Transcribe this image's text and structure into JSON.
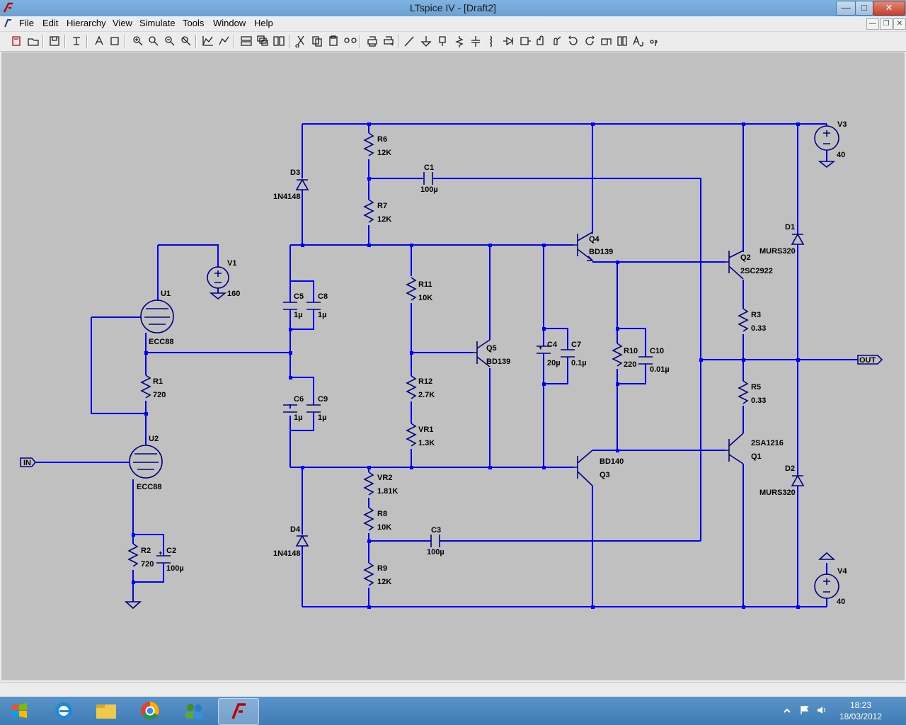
{
  "window": {
    "title": "LTspice IV - [Draft2]",
    "minimize": "—",
    "maximize": "□",
    "close": "✕"
  },
  "menu": [
    "File",
    "Edit",
    "Hierarchy",
    "View",
    "Simulate",
    "Tools",
    "Window",
    "Help"
  ],
  "mdi_controls": {
    "minimize": "—",
    "restore": "❐",
    "close": "✕"
  },
  "toolbar_icons": [
    "new-schematic-icon",
    "open-icon",
    "save-icon",
    "control-panel-icon",
    "run-icon",
    "halt-icon",
    "zoom-in-icon",
    "zoom-pan-icon",
    "zoom-out-icon",
    "zoom-fit-icon",
    "waveform-icon",
    "auto-scale-icon",
    "tile-horizontal-icon",
    "cascade-icon",
    "tile-vertical-icon",
    "cut-icon",
    "copy-icon",
    "paste-icon",
    "find-icon",
    "print-icon",
    "print-preview-icon",
    "wire-icon",
    "ground-icon",
    "label-net-icon",
    "resistor-icon",
    "capacitor-icon",
    "inductor-icon",
    "diode-icon",
    "component-icon",
    "move-icon",
    "drag-icon",
    "undo-icon",
    "redo-icon",
    "rotate-icon",
    "mirror-icon",
    "text-icon",
    "spice-directive-icon"
  ],
  "schematic": {
    "components": [
      {
        "ref": "R6",
        "value": "12K"
      },
      {
        "ref": "R7",
        "value": "12K"
      },
      {
        "ref": "C1",
        "value": "100µ"
      },
      {
        "ref": "D3",
        "value": "1N4148"
      },
      {
        "ref": "Q4",
        "value": "BD139"
      },
      {
        "ref": "V3",
        "value": "40"
      },
      {
        "ref": "D1",
        "value": "MURS320"
      },
      {
        "ref": "Q2",
        "value": "2SC2922"
      },
      {
        "ref": "V1",
        "value": "160"
      },
      {
        "ref": "U1",
        "value": "ECC88"
      },
      {
        "ref": "C5",
        "value": "1µ"
      },
      {
        "ref": "C8",
        "value": "1µ"
      },
      {
        "ref": "R11",
        "value": "10K"
      },
      {
        "ref": "R3",
        "value": "0.33"
      },
      {
        "ref": "Q5",
        "value": "BD139"
      },
      {
        "ref": "C4",
        "value": "20µ"
      },
      {
        "ref": "C7",
        "value": "0.1µ"
      },
      {
        "ref": "R10",
        "value": "220"
      },
      {
        "ref": "C10",
        "value": "0.01µ"
      },
      {
        "ref": "R1",
        "value": "720"
      },
      {
        "ref": "R12",
        "value": "2.7K"
      },
      {
        "ref": "C6",
        "value": "1µ"
      },
      {
        "ref": "C9",
        "value": "1µ"
      },
      {
        "ref": "R5",
        "value": "0.33"
      },
      {
        "ref": "VR1",
        "value": "1.3K"
      },
      {
        "ref": "U2",
        "value": "ECC88"
      },
      {
        "ref": "Q1",
        "value": "2SA1216"
      },
      {
        "ref": "Q3",
        "value": "BD140"
      },
      {
        "ref": "VR2",
        "value": "1.81K"
      },
      {
        "ref": "D2",
        "value": "MURS320"
      },
      {
        "ref": "R8",
        "value": "10K"
      },
      {
        "ref": "D4",
        "value": "1N4148"
      },
      {
        "ref": "C3",
        "value": "100µ"
      },
      {
        "ref": "R2",
        "value": "720"
      },
      {
        "ref": "C2",
        "value": "100µ"
      },
      {
        "ref": "V4",
        "value": "40"
      },
      {
        "ref": "R9",
        "value": "12K"
      }
    ],
    "labels": {
      "out": "OUT",
      "in": "IN"
    }
  },
  "taskbar": {
    "apps": [
      "start-icon",
      "internet-explorer-icon",
      "file-explorer-icon",
      "chrome-icon",
      "messenger-icon",
      "ltspice-icon"
    ],
    "time": "18:23",
    "date": "18/03/2012"
  },
  "colors": {
    "wire": "#0000ff",
    "component": "#000080",
    "background": "#c0c0c0"
  }
}
